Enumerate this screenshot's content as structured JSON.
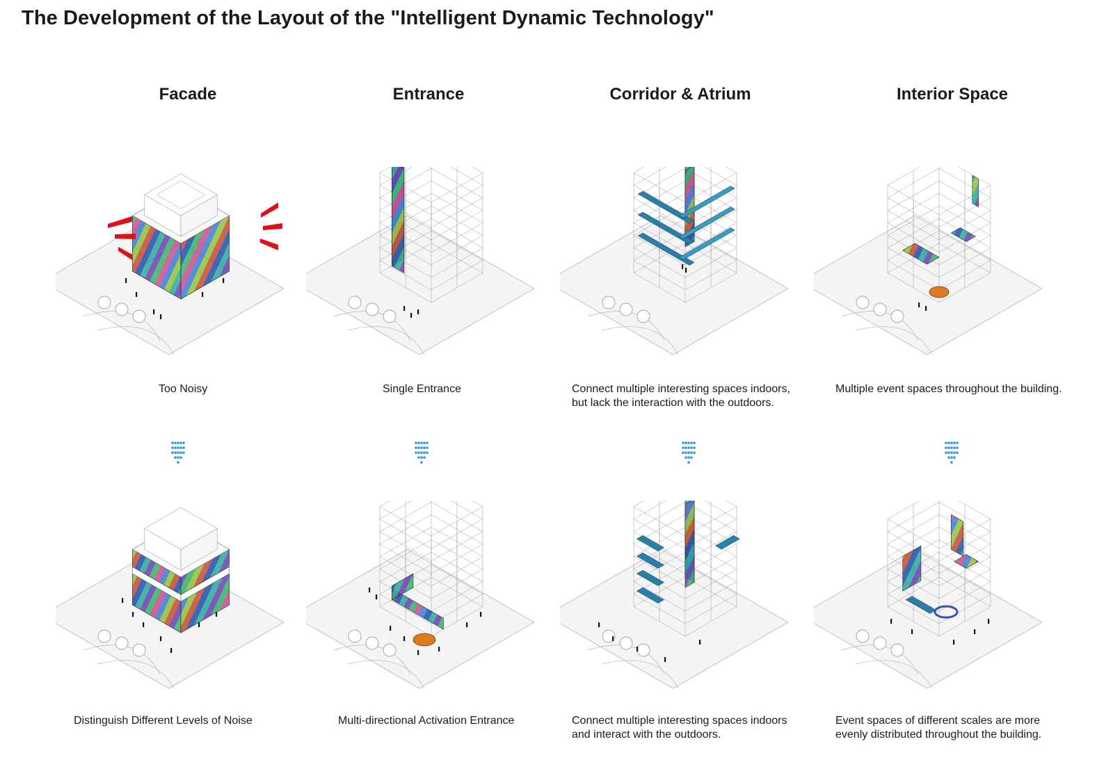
{
  "title": "The Development of the Layout of the \"Intelligent Dynamic Technology\"",
  "columns": [
    {
      "heading": "Facade",
      "before_caption": "Too Noisy",
      "after_caption": "Distinguish Different Levels of Noise"
    },
    {
      "heading": "Entrance",
      "before_caption": "Single Entrance",
      "after_caption": "Multi-directional Activation Entrance"
    },
    {
      "heading": "Corridor & Atrium",
      "before_caption": "Connect multiple interesting spaces indoors,\nbut lack the interaction with the outdoors.",
      "after_caption": "Connect multiple interesting spaces indoors\nand interact with the outdoors."
    },
    {
      "heading": "Interior Space",
      "before_caption": "Multiple event spaces throughout the building.",
      "after_caption": "Event spaces of different scales are more\nevenly distributed throughout the building."
    }
  ],
  "colors": {
    "arrow": "#2a8fd6",
    "noise_marks": "#e0101a",
    "ground_lines": "#b5b5b5",
    "frame_lines": "#9a9a9a"
  },
  "icons": [
    "down-arrow-icon",
    "noise-burst-icon"
  ]
}
